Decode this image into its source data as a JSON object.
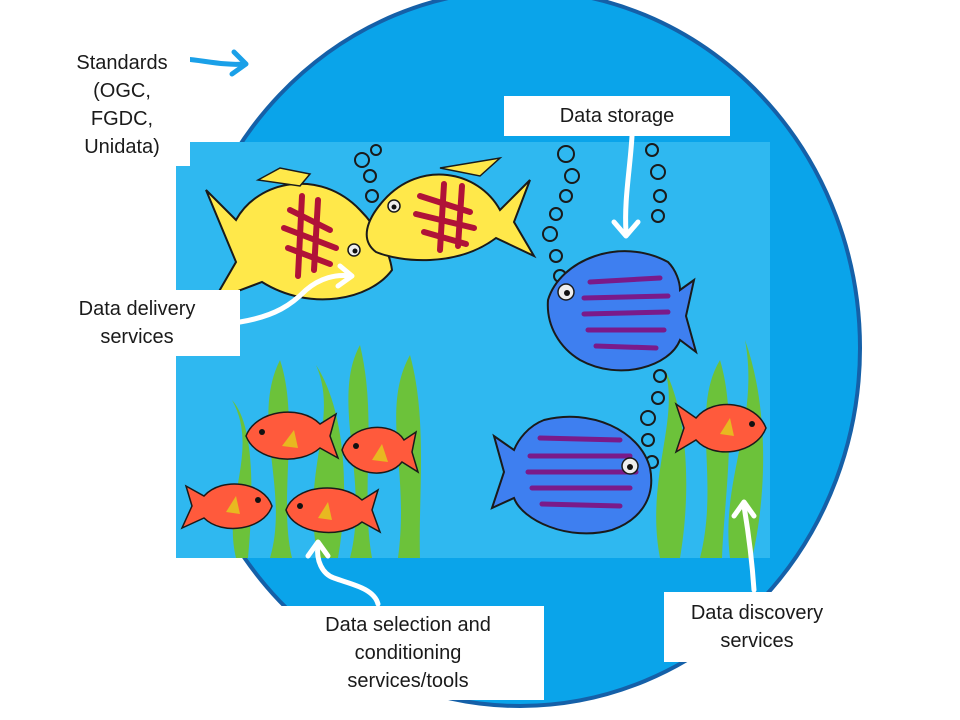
{
  "labels": {
    "standards": [
      "Standards",
      "(OGC,",
      "FGDC,",
      "Unidata)"
    ],
    "data_storage": "Data storage",
    "data_delivery": [
      "Data delivery",
      "services"
    ],
    "data_selection": [
      "Data selection and",
      "conditioning",
      "services/tools"
    ],
    "data_discovery": [
      "Data discovery",
      "services"
    ]
  },
  "colors": {
    "bowl_fill": "#0aa4ea",
    "bowl_edge": "#1560a8",
    "water_panel": "#2fb8f0",
    "arrow": "#ffffff",
    "standards_arrow": "#1aa0e8",
    "seaweed": "#6cc23a",
    "yellow_fish": "#ffe84a",
    "blue_fish": "#3e7ff0",
    "red_fish": "#ff5a3c",
    "glitter_purple": "#7a1a8a",
    "glitter_red": "#b01238"
  },
  "icons": [
    "fishbowl",
    "yellow-fish",
    "blue-fish",
    "red-fish",
    "seaweed",
    "bubbles",
    "arrow"
  ]
}
